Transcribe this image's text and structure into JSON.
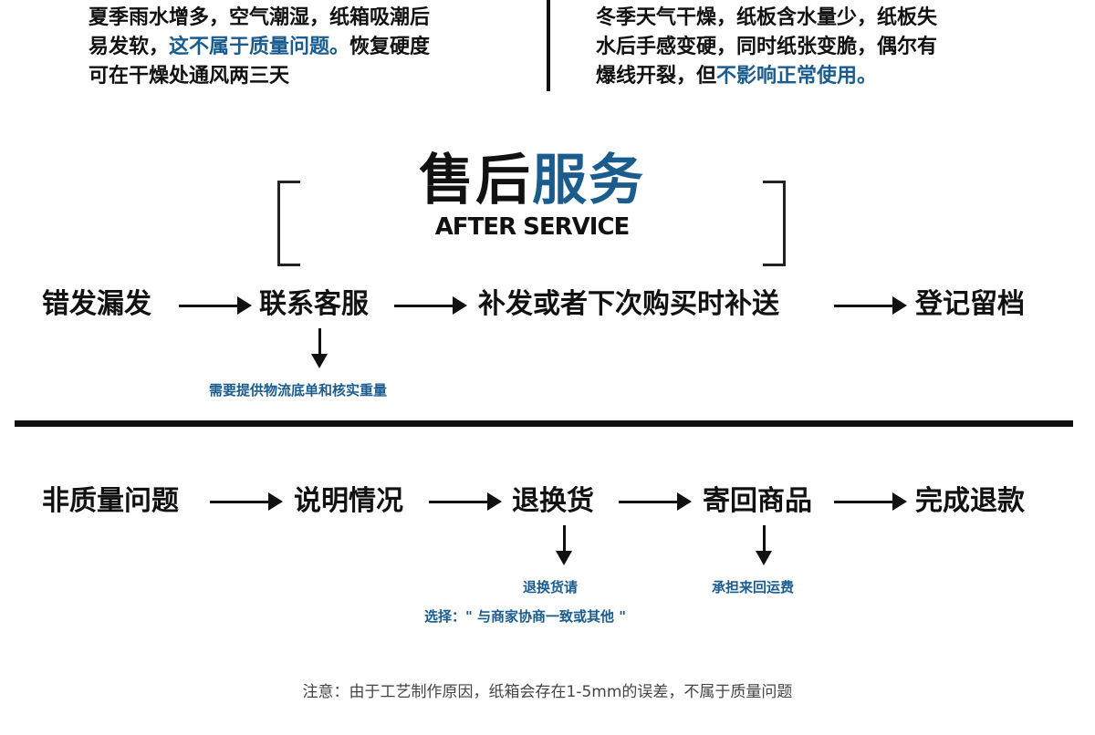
{
  "top_notes": {
    "left": {
      "line1": "夏季雨水增多，空气潮湿，纸箱吸潮后",
      "line2_before": "易发软，",
      "line2_highlight": "这不属于质量问题。",
      "line2_after": "恢复硬度",
      "line3": "可在干燥处通风两三天"
    },
    "right": {
      "line1": "冬季天气干燥，纸板含水量少，纸板失",
      "line2": "水后手感变硬，同时纸张变脆，偶尔有",
      "line3_before": "爆线开裂，但",
      "line3_highlight": "不影响正常使用。"
    }
  },
  "section": {
    "title_dark": "售后",
    "title_blue": "服务",
    "subtitle": "AFTER SERVICE"
  },
  "flow1": {
    "steps": [
      "错发漏发",
      "联系客服",
      "补发或者下次购买时补送",
      "登记留档"
    ],
    "note": "需要提供物流底单和核实重量"
  },
  "flow2": {
    "steps": [
      "非质量问题",
      "说明情况",
      "退换货",
      "寄回商品",
      "完成退款"
    ],
    "note_return_line1": "退换货请",
    "note_return_line2": "选择：\" 与商家协商一致或其他 \"",
    "note_shipping": "承担来回运费"
  },
  "footer": "注意：由于工艺制作原因，纸箱会存在1-5mm的误差，不属于质量问题",
  "colors": {
    "accent": "#1b5c8e",
    "text": "#111111",
    "footer": "#444444"
  }
}
